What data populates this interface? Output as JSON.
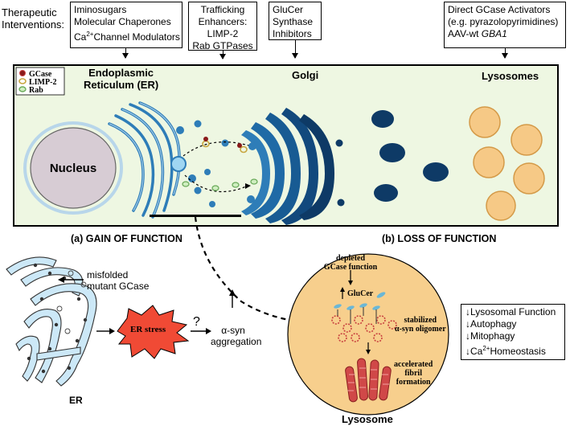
{
  "interventions": {
    "heading": [
      "Therapeutic",
      "Interventions:"
    ],
    "boxes": [
      {
        "lines": [
          "Iminosugars",
          "Molecular Chaperones",
          "Ca2+Channel Modulators"
        ]
      },
      {
        "lines": [
          "Trafficking",
          "Enhancers:",
          "LIMP-2",
          "Rab GTPases"
        ]
      },
      {
        "lines": [
          "GluCer",
          "Synthase",
          "Inhibitors"
        ]
      },
      {
        "lines": [
          "Direct GCase Activators",
          "(e.g. pyrazolopyrimidines)",
          "AAV-wt GBA1"
        ]
      }
    ]
  },
  "legend": {
    "items": [
      "GCase",
      "LIMP-2",
      "Rab"
    ]
  },
  "organelles": {
    "er_label": [
      "Endoplasmic",
      "Reticulum (ER)"
    ],
    "golgi_label": "Golgi",
    "lysosomes_label": "Lysosomes",
    "nucleus_label": "Nucleus"
  },
  "sections": {
    "gain": "(a)  GAIN OF FUNCTION",
    "loss": "(b)  LOSS OF FUNCTION"
  },
  "gain_panel": {
    "misfolded": [
      "misfolded",
      "mutant GCase"
    ],
    "er_stress": "ER stress",
    "question": "?",
    "aggregation": [
      "α-syn",
      "aggregation"
    ],
    "er_label": "ER"
  },
  "lysosome_panel": {
    "depleted": [
      "depleted",
      "GCase function"
    ],
    "glucer": "GluCer",
    "stabilized": [
      "stabilized",
      "α-syn oligomer"
    ],
    "accelerated": [
      "accelerated",
      "fibril",
      "formation"
    ],
    "label": "Lysosome"
  },
  "effects": {
    "items": [
      "Lysosomal Function",
      "Autophagy",
      "Mitophagy",
      "Ca2+Homeostasis"
    ]
  },
  "colors": {
    "panel_bg": "#eef7e2",
    "er_blue": "#2e7db8",
    "golgi_dark": "#0e3a66",
    "lysosome_fill": "#f6c986",
    "lysosome_big": "#f7cf8d",
    "er_stress": "#f04a35",
    "oligomer": "#d04848"
  }
}
